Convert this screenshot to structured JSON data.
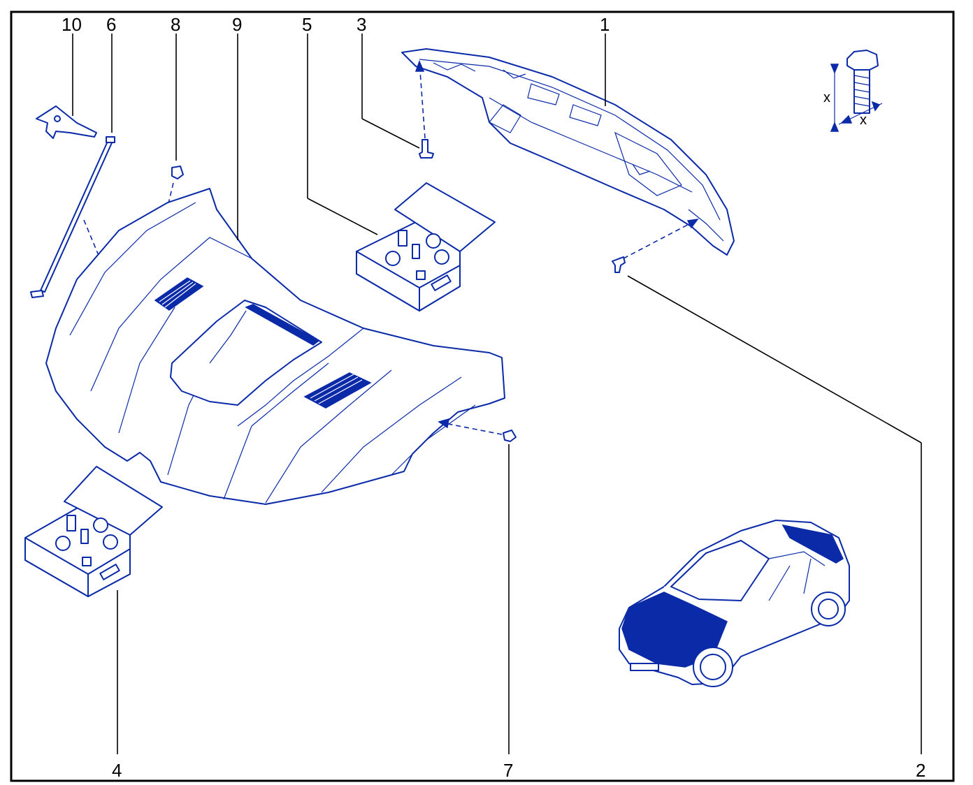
{
  "callouts": {
    "c1": "1",
    "c2": "2",
    "c3": "3",
    "c4": "4",
    "c5": "5",
    "c6": "6",
    "c7": "7",
    "c8": "8",
    "c9": "9",
    "c10": "10",
    "torque_x1": "x",
    "torque_x2": "x"
  },
  "colors": {
    "line_art": "#0a2aa8",
    "leaders": "#000000",
    "background": "#ffffff"
  }
}
